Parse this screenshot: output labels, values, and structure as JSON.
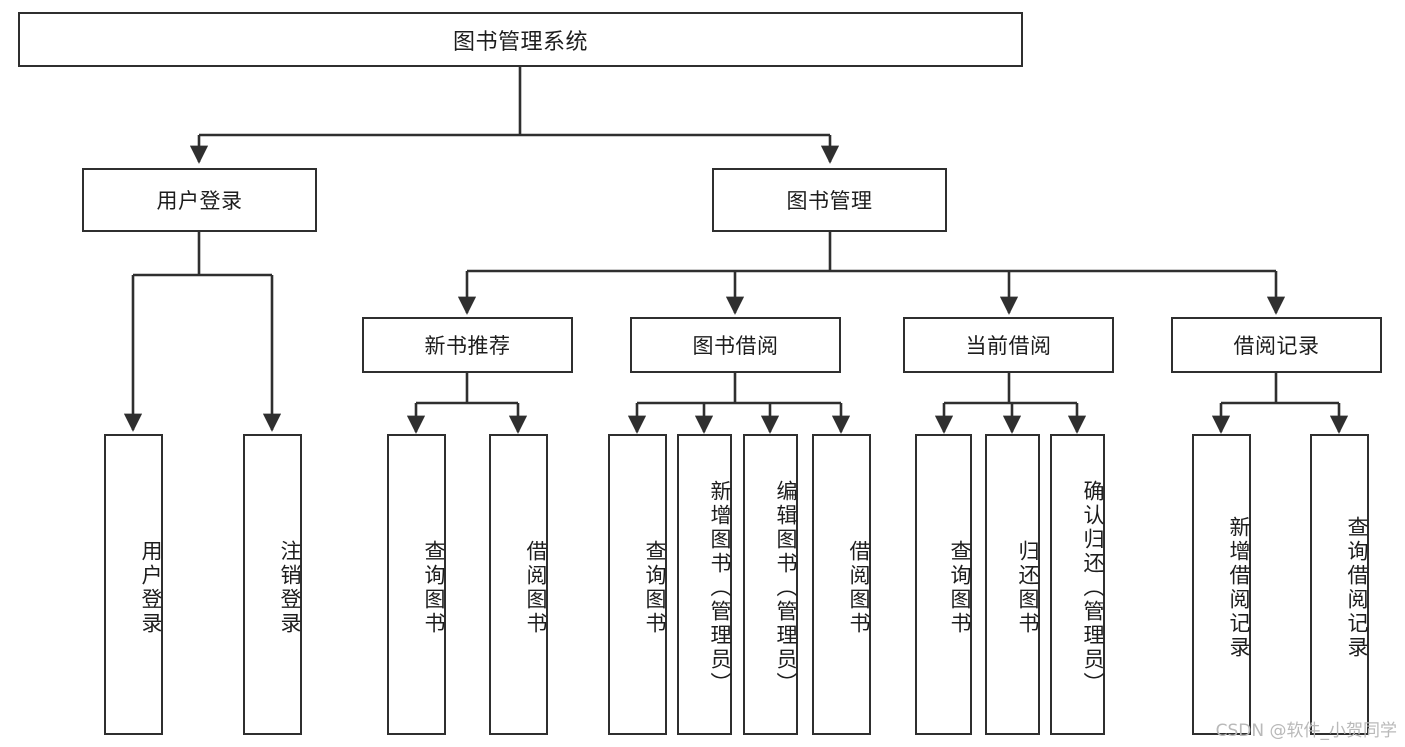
{
  "diagram": {
    "title": "图书管理系统",
    "watermark": "CSDN @软件_小贺同学",
    "colors": {
      "stroke": "#2f2f2f",
      "fill": "#ffffff",
      "text": "#1d1d1d",
      "watermark": "#b9b9b9"
    },
    "root": {
      "label": "图书管理系统"
    },
    "level1": [
      {
        "label": "用户登录"
      },
      {
        "label": "图书管理"
      }
    ],
    "level2": [
      {
        "label": "新书推荐"
      },
      {
        "label": "图书借阅"
      },
      {
        "label": "当前借阅"
      },
      {
        "label": "借阅记录"
      }
    ],
    "leaves": {
      "user_login": [
        {
          "label": "用户登录"
        },
        {
          "label": "注销登录"
        }
      ],
      "new_book": [
        {
          "label": "查询图书"
        },
        {
          "label": "借阅图书"
        }
      ],
      "book_borrow": [
        {
          "label": "查询图书"
        },
        {
          "label": "新增图书（管理员）"
        },
        {
          "label": "编辑图书（管理员）"
        },
        {
          "label": "借阅图书"
        }
      ],
      "current_borrow": [
        {
          "label": "查询图书"
        },
        {
          "label": "归还图书"
        },
        {
          "label": "确认归还（管理员）"
        }
      ],
      "borrow_record": [
        {
          "label": "新增借阅记录"
        },
        {
          "label": "查询借阅记录"
        }
      ]
    }
  }
}
